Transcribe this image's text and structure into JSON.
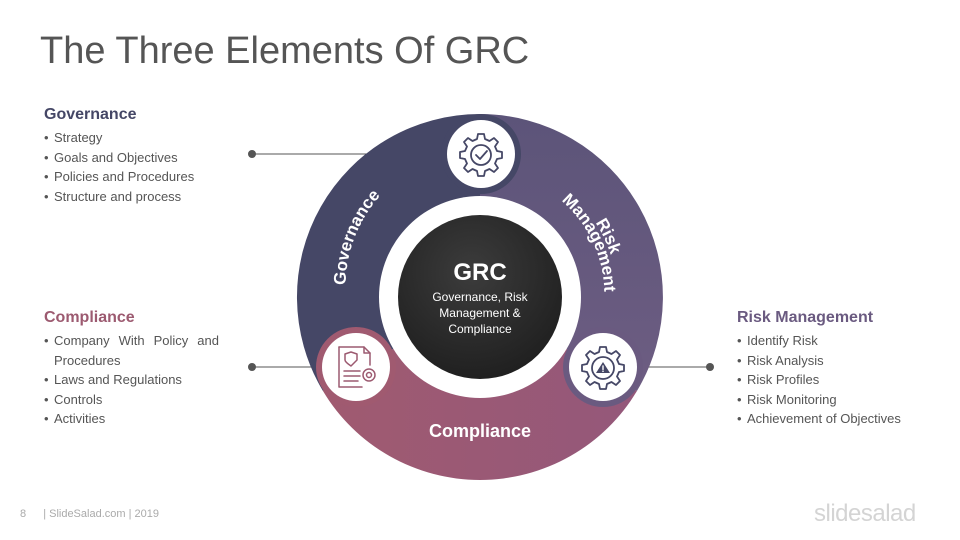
{
  "title": "The Three Elements Of GRC",
  "center": {
    "title": "GRC",
    "subtitle_lines": [
      "Governance, Risk",
      "Management &",
      "Compliance"
    ]
  },
  "ring_labels": {
    "governance": "Governance",
    "risk_line1": "Risk",
    "risk_line2": "Management",
    "compliance": "Compliance"
  },
  "blocks": {
    "governance": {
      "heading": "Governance",
      "items": [
        "Strategy",
        "Goals and Objectives",
        "Policies and Procedures",
        "Structure and process"
      ]
    },
    "compliance": {
      "heading": "Compliance",
      "items": [
        "Company With Policy and Procedures",
        "Laws and Regulations",
        "Controls",
        "Activities"
      ]
    },
    "risk": {
      "heading": "Risk Management",
      "items": [
        "Identify Risk",
        "Risk Analysis",
        "Risk Profiles",
        "Risk Monitoring",
        "Achievement of Objectives"
      ]
    }
  },
  "icons": {
    "governance": "gear-check-icon",
    "compliance": "document-gear-icon",
    "risk": "gear-warning-icon"
  },
  "colors": {
    "governance": "#454766",
    "risk": "#6a5a80",
    "compliance": "#a05a70",
    "center": "#2a2a2a"
  },
  "footer": {
    "page_number": "8",
    "text": "| SlideSalad.com | 2019",
    "logo": "slidesalad"
  }
}
